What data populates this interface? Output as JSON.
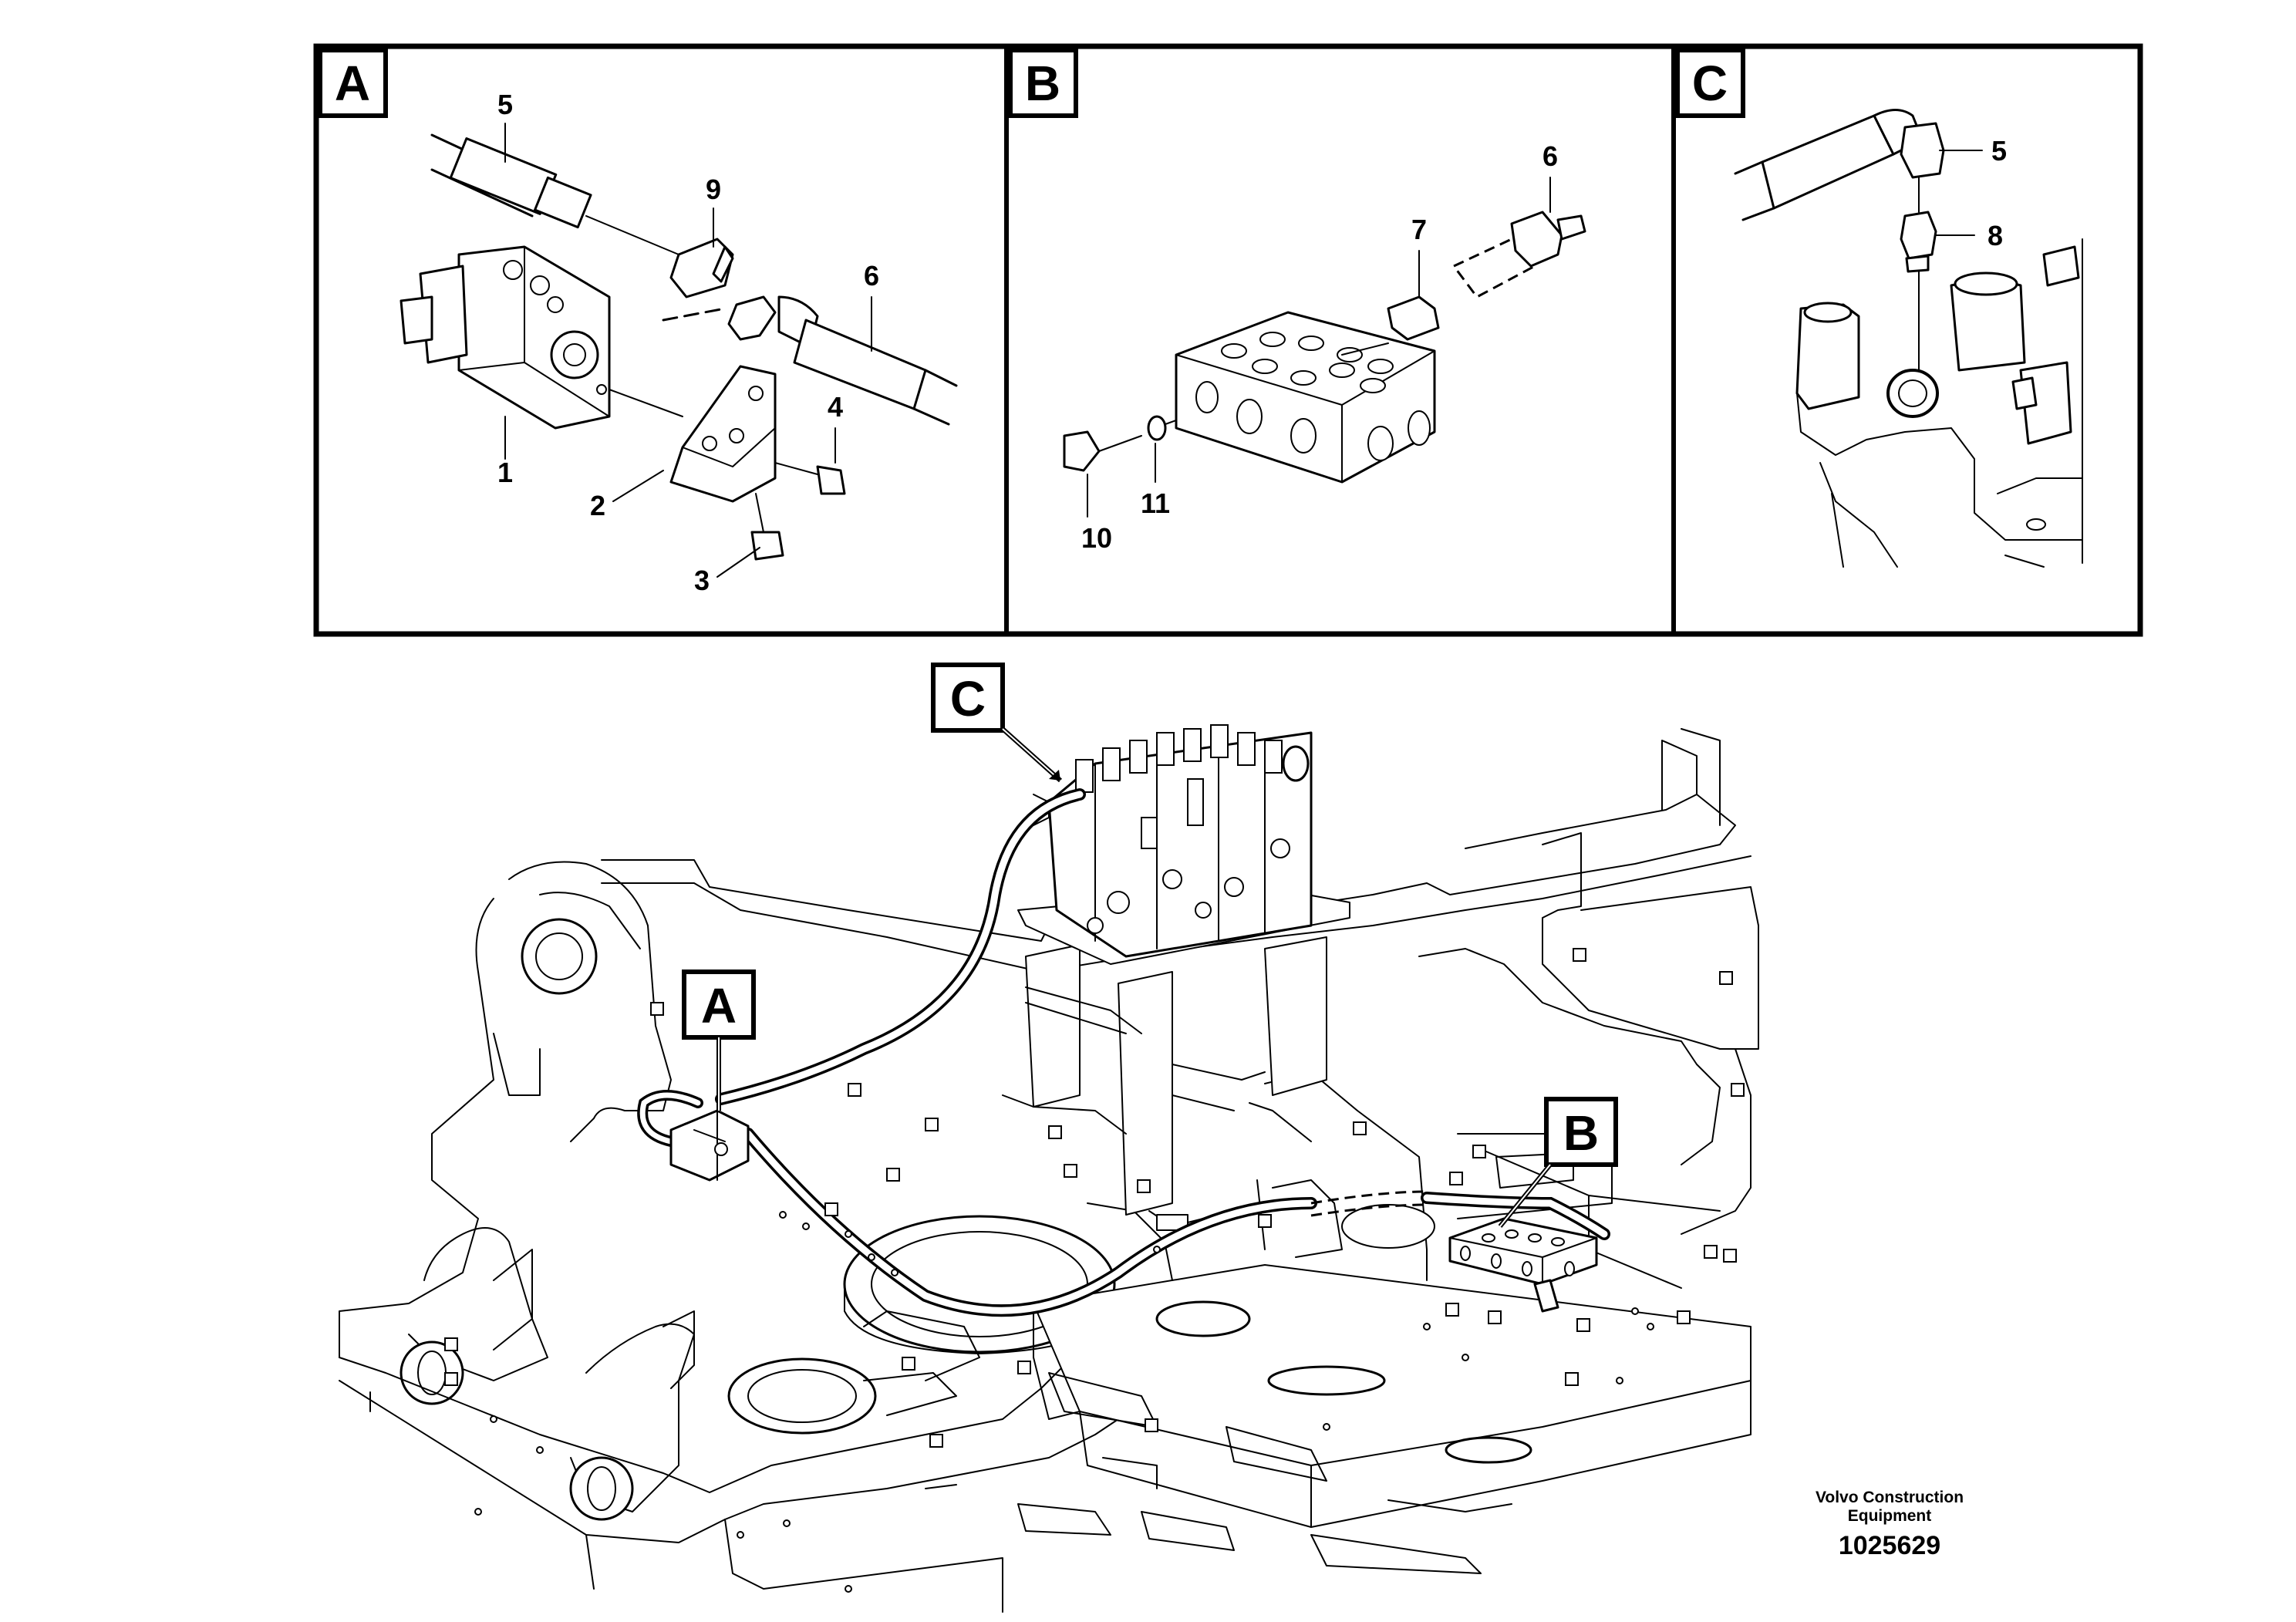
{
  "panels": [
    {
      "label": "A",
      "callouts": [
        "5",
        "9",
        "6",
        "4",
        "1",
        "2",
        "3"
      ]
    },
    {
      "label": "B",
      "callouts": [
        "6",
        "7",
        "10",
        "11"
      ]
    },
    {
      "label": "C",
      "callouts": [
        "5",
        "8"
      ]
    }
  ],
  "main_view": {
    "markers": [
      "C",
      "A",
      "B"
    ]
  },
  "footer": {
    "brand_line1": "Volvo Construction",
    "brand_line2": "Equipment",
    "part_number": "1025629"
  }
}
